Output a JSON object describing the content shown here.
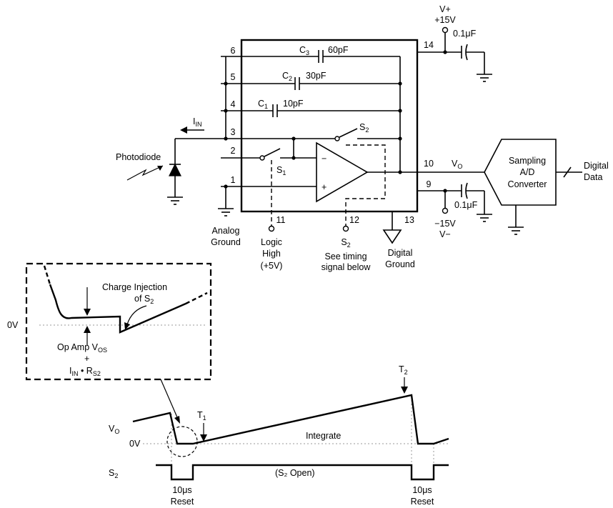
{
  "power": {
    "vplus": "V+",
    "vplus_val": "+15V",
    "vminus_val": "−15V",
    "vminus": "V−",
    "cap_top": "0.1μF",
    "cap_bottom": "0.1μF"
  },
  "pins": {
    "p1": "1",
    "p2": "2",
    "p3": "3",
    "p4": "4",
    "p5": "5",
    "p6": "6",
    "p9": "9",
    "p10": "10",
    "p11": "11",
    "p12": "12",
    "p13": "13",
    "p14": "14"
  },
  "capacitors": {
    "c1_main": "C",
    "c1_sub": "1",
    "c1_val": "10pF",
    "c2_main": "C",
    "c2_sub": "2",
    "c2_val": "30pF",
    "c3_main": "C",
    "c3_sub": "3",
    "c3_val": "60pF"
  },
  "input": {
    "iin_main": "I",
    "iin_sub": "IN",
    "photodiode": "Photodiode",
    "analog_ground_1": "Analog",
    "analog_ground_2": "Ground"
  },
  "switches": {
    "s1_main": "S",
    "s1_sub": "1",
    "s2_main": "S",
    "s2_sub": "2"
  },
  "bottom_labels": {
    "logic_1": "Logic",
    "logic_2": "High",
    "logic_3": "(+5V)",
    "s2_main": "S",
    "s2_sub": "2",
    "see_timing_1": "See timing",
    "see_timing_2": "signal below",
    "digital_ground_1": "Digital",
    "digital_ground_2": "Ground"
  },
  "output": {
    "vo_main": "V",
    "vo_sub": "O",
    "adc_1": "Sampling",
    "adc_2": "A/D",
    "adc_3": "Converter",
    "digital_1": "Digital",
    "digital_2": "Data"
  },
  "inset": {
    "zero_v": "0V",
    "charge_1": "Charge Injection",
    "charge_2_main": "of S",
    "charge_2_sub": "2",
    "opamp_main": "Op Amp V",
    "opamp_sub": "OS",
    "plus": "+",
    "iin_main": "I",
    "iin_sub": "IN",
    "dot_r_main": " • R",
    "dot_r_sub": "S2"
  },
  "timing": {
    "vo_main": "V",
    "vo_sub": "O",
    "zero_v": "0V",
    "s2_main": "S",
    "s2_sub": "2",
    "t1_main": "T",
    "t1_sub": "1",
    "t2_main": "T",
    "t2_sub": "2",
    "integrate": "Integrate",
    "s2_open": "(S₂ Open)",
    "reset_time_left": "10μs",
    "reset_left": "Reset",
    "reset_time_right": "10μs",
    "reset_right": "Reset"
  }
}
